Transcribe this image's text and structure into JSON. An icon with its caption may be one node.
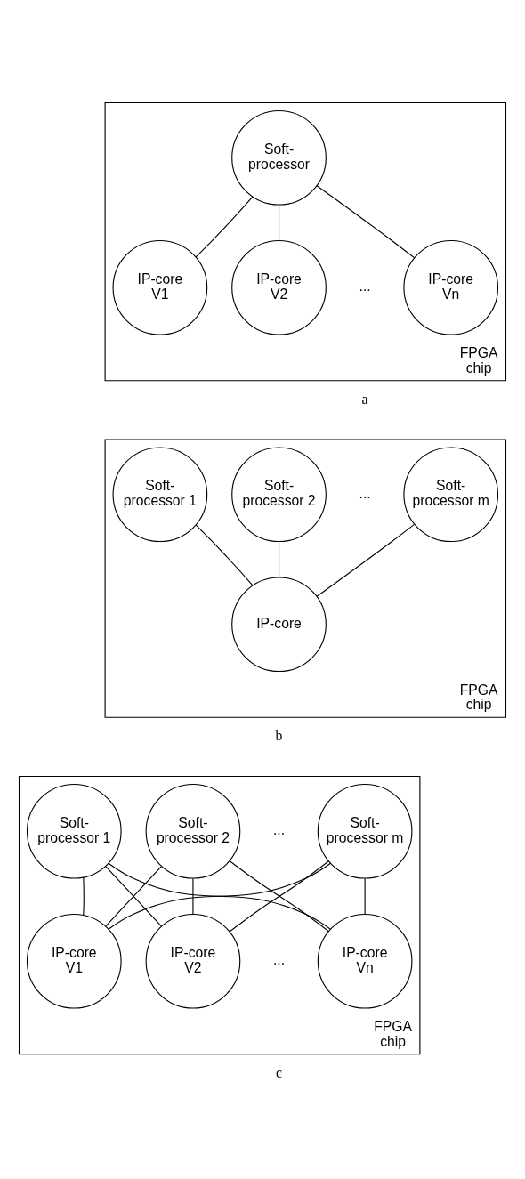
{
  "diagram": {
    "nodes": [
      {
        "text": [
          "FPGA chip"
        ]
      },
      {
        "text": [
          "Soft-processor"
        ],
        "in": 0
      },
      {
        "text": [
          "IP-core V1"
        ],
        "in": 0
      },
      {
        "text": [
          "IP-core V2"
        ],
        "in": 0
      },
      {
        "text": [
          "IP-core Vn"
        ],
        "in": 0
      },
      {
        "text": [
          "FPGA chip"
        ]
      },
      {
        "text": [
          "Soft-processor 1"
        ],
        "in": 5
      },
      {
        "text": [
          "Soft-processor 2"
        ],
        "in": 5
      },
      {
        "text": [
          "Soft-processor m"
        ],
        "in": 5
      },
      {
        "text": [
          "IP-core"
        ],
        "in": 5
      },
      {
        "text": [
          "FPGA chip"
        ]
      },
      {
        "text": [
          "Soft-processor 1"
        ],
        "in": 10
      },
      {
        "text": [
          "Soft-processor 2"
        ],
        "in": 10
      },
      {
        "text": [
          "Soft-processor m"
        ],
        "in": 10
      },
      {
        "text": [
          "IP-core V1"
        ],
        "in": 10
      },
      {
        "text": [
          "IP-core V2"
        ],
        "in": 10
      },
      {
        "text": [
          "IP-core Vn"
        ],
        "in": 10
      }
    ],
    "edges": [
      {
        "from": 1,
        "to": 2,
        "arrow": "none"
      },
      {
        "from": 1,
        "to": 3,
        "arrow": "none"
      },
      {
        "from": 1,
        "to": 4,
        "arrow": "none"
      },
      {
        "from": 6,
        "to": 9,
        "arrow": "none"
      },
      {
        "from": 7,
        "to": 9,
        "arrow": "none"
      },
      {
        "from": 8,
        "to": 9,
        "arrow": "none"
      },
      {
        "from": 11,
        "to": 14,
        "arrow": "none"
      },
      {
        "from": 11,
        "to": 15,
        "arrow": "none"
      },
      {
        "from": 11,
        "to": 16,
        "arrow": "none"
      },
      {
        "from": 12,
        "to": 14,
        "arrow": "none"
      },
      {
        "from": 12,
        "to": 15,
        "arrow": "none"
      },
      {
        "from": 12,
        "to": 16,
        "arrow": "none"
      },
      {
        "from": 13,
        "to": 14,
        "arrow": "none"
      },
      {
        "from": 13,
        "to": 15,
        "arrow": "none"
      },
      {
        "from": 13,
        "to": 16,
        "arrow": "none"
      }
    ],
    "labels": [
      "...",
      "a",
      "...",
      "b",
      "...",
      "...",
      "c"
    ]
  }
}
